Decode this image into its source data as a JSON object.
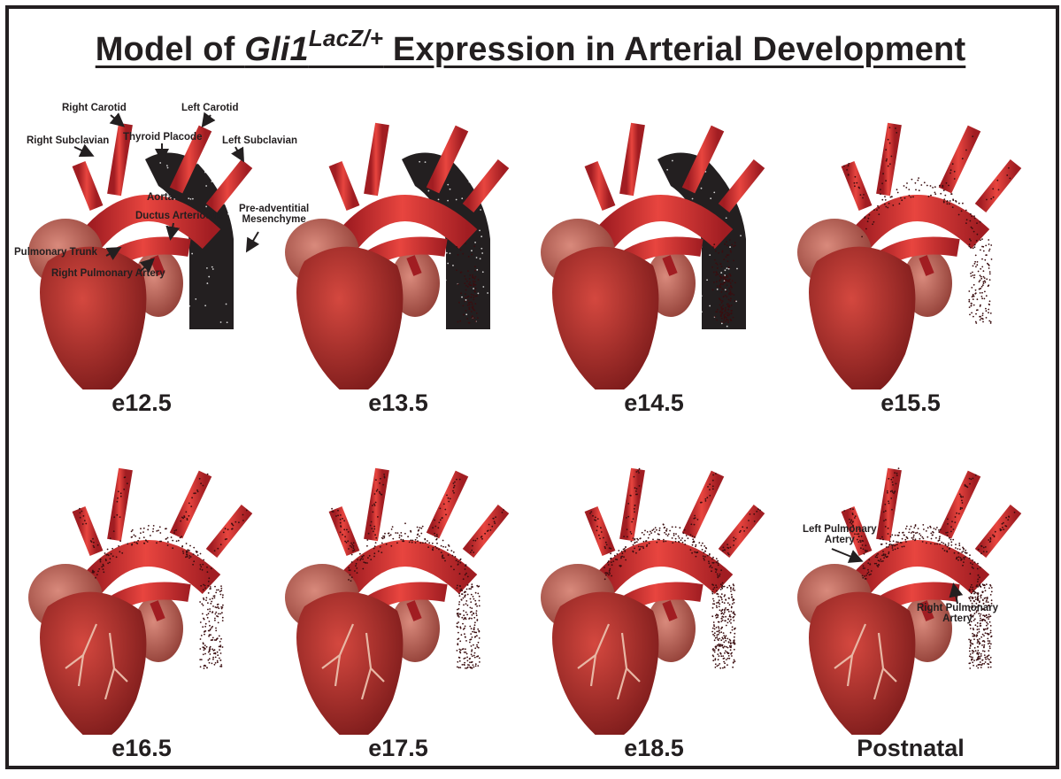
{
  "title": {
    "prefix": "Model of ",
    "gene": "Gli1",
    "superscript": "LacZ/+",
    "suffix": " Expression in Arterial Development"
  },
  "panels": [
    {
      "stage": "e12.5",
      "sheath": true,
      "dots": 0
    },
    {
      "stage": "e13.5",
      "sheath": true,
      "dots": 1
    },
    {
      "stage": "e14.5",
      "sheath": true,
      "dots": 2
    },
    {
      "stage": "e15.5",
      "sheath": false,
      "dots": 3
    },
    {
      "stage": "e16.5",
      "sheath": false,
      "dots": 4
    },
    {
      "stage": "e17.5",
      "sheath": false,
      "dots": 5
    },
    {
      "stage": "e18.5",
      "sheath": false,
      "dots": 6
    },
    {
      "stage": "Postnatal",
      "sheath": false,
      "dots": 7
    }
  ],
  "annotations_e125": {
    "right_carotid": "Right Carotid",
    "left_carotid": "Left Carotid",
    "right_subclavian": "Right Subclavian",
    "thyroid_placode": "Thyroid Placode",
    "left_subclavian": "Left Subclavian",
    "aorta": "Aorta",
    "ductus_arteriosus": "Ductus Arteriosus",
    "pre_adventitial_1": "Pre-adventitial",
    "pre_adventitial_2": "Mesenchyme",
    "pulmonary_trunk": "Pulmonary Trunk",
    "right_pulmonary_artery": "Right Pulmonary Artery"
  },
  "annotations_postnatal": {
    "left_pulmonary_1": "Left Pulmonary",
    "left_pulmonary_2": "Artery",
    "right_pulmonary_1": "Right Pulmonary",
    "right_pulmonary_2": "Artery"
  },
  "colors": {
    "artery": "#e8453f",
    "artery_dark": "#a11d22",
    "heart": "#b8332e",
    "atrium": "#c86a5e",
    "sheath": "#231f20",
    "dot": "#3a0d0f"
  }
}
